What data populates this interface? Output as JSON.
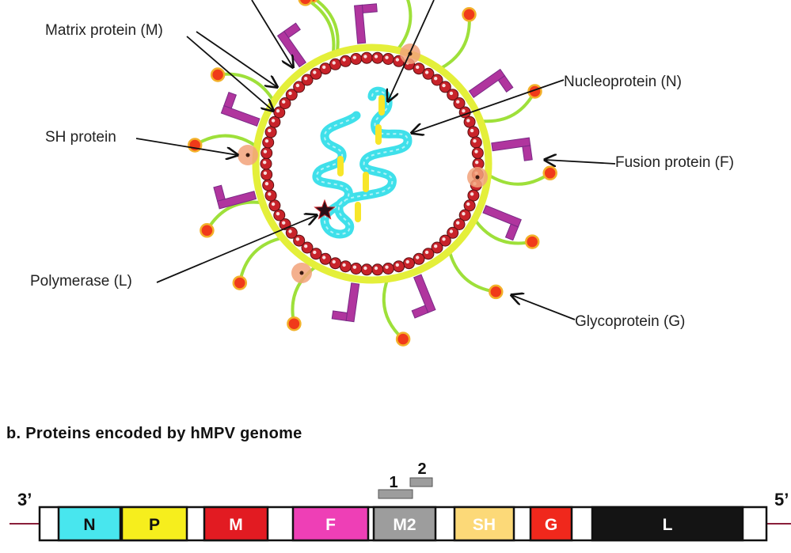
{
  "virion": {
    "labels": {
      "matrix": "Matrix protein (M)",
      "nucleoprotein": "Nucleoprotein (N)",
      "sh": "SH protein",
      "fusion": "Fusion protein (F)",
      "polymerase": "Polymerase (L)",
      "glycoprotein": "Glycoprotein (G)"
    },
    "colors": {
      "envelope": "#e4ef3a",
      "matrix": "#c8232a",
      "nucleocapsid": "#3fe0ea",
      "n_protein": "#f7e629",
      "fusion": "#b0359e",
      "glyco_stalk": "#9ee03a",
      "glyco_head": "#f03a1a",
      "sh": "#f2a27a",
      "polymerase": "#2a0f18"
    }
  },
  "genome": {
    "title": "b. Proteins encoded by hMPV genome",
    "end_left": "3’",
    "end_right": "5’",
    "m2_orfs": [
      "1",
      "2"
    ],
    "genes": [
      {
        "name": "N",
        "color": "#48e6ee",
        "text_color": "#111111"
      },
      {
        "name": "P",
        "color": "#f6ee1d",
        "text_color": "#111111"
      },
      {
        "name": "M",
        "color": "#e21b22",
        "text_color": "#ffffff"
      },
      {
        "name": "F",
        "color": "#ee3fb6",
        "text_color": "#ffffff"
      },
      {
        "name": "M2",
        "color": "#9d9d9d",
        "text_color": "#ffffff"
      },
      {
        "name": "SH",
        "color": "#fcd978",
        "text_color": "#ffffff"
      },
      {
        "name": "G",
        "color": "#f0281c",
        "text_color": "#ffffff"
      },
      {
        "name": "L",
        "color": "#141414",
        "text_color": "#ffffff"
      }
    ]
  }
}
